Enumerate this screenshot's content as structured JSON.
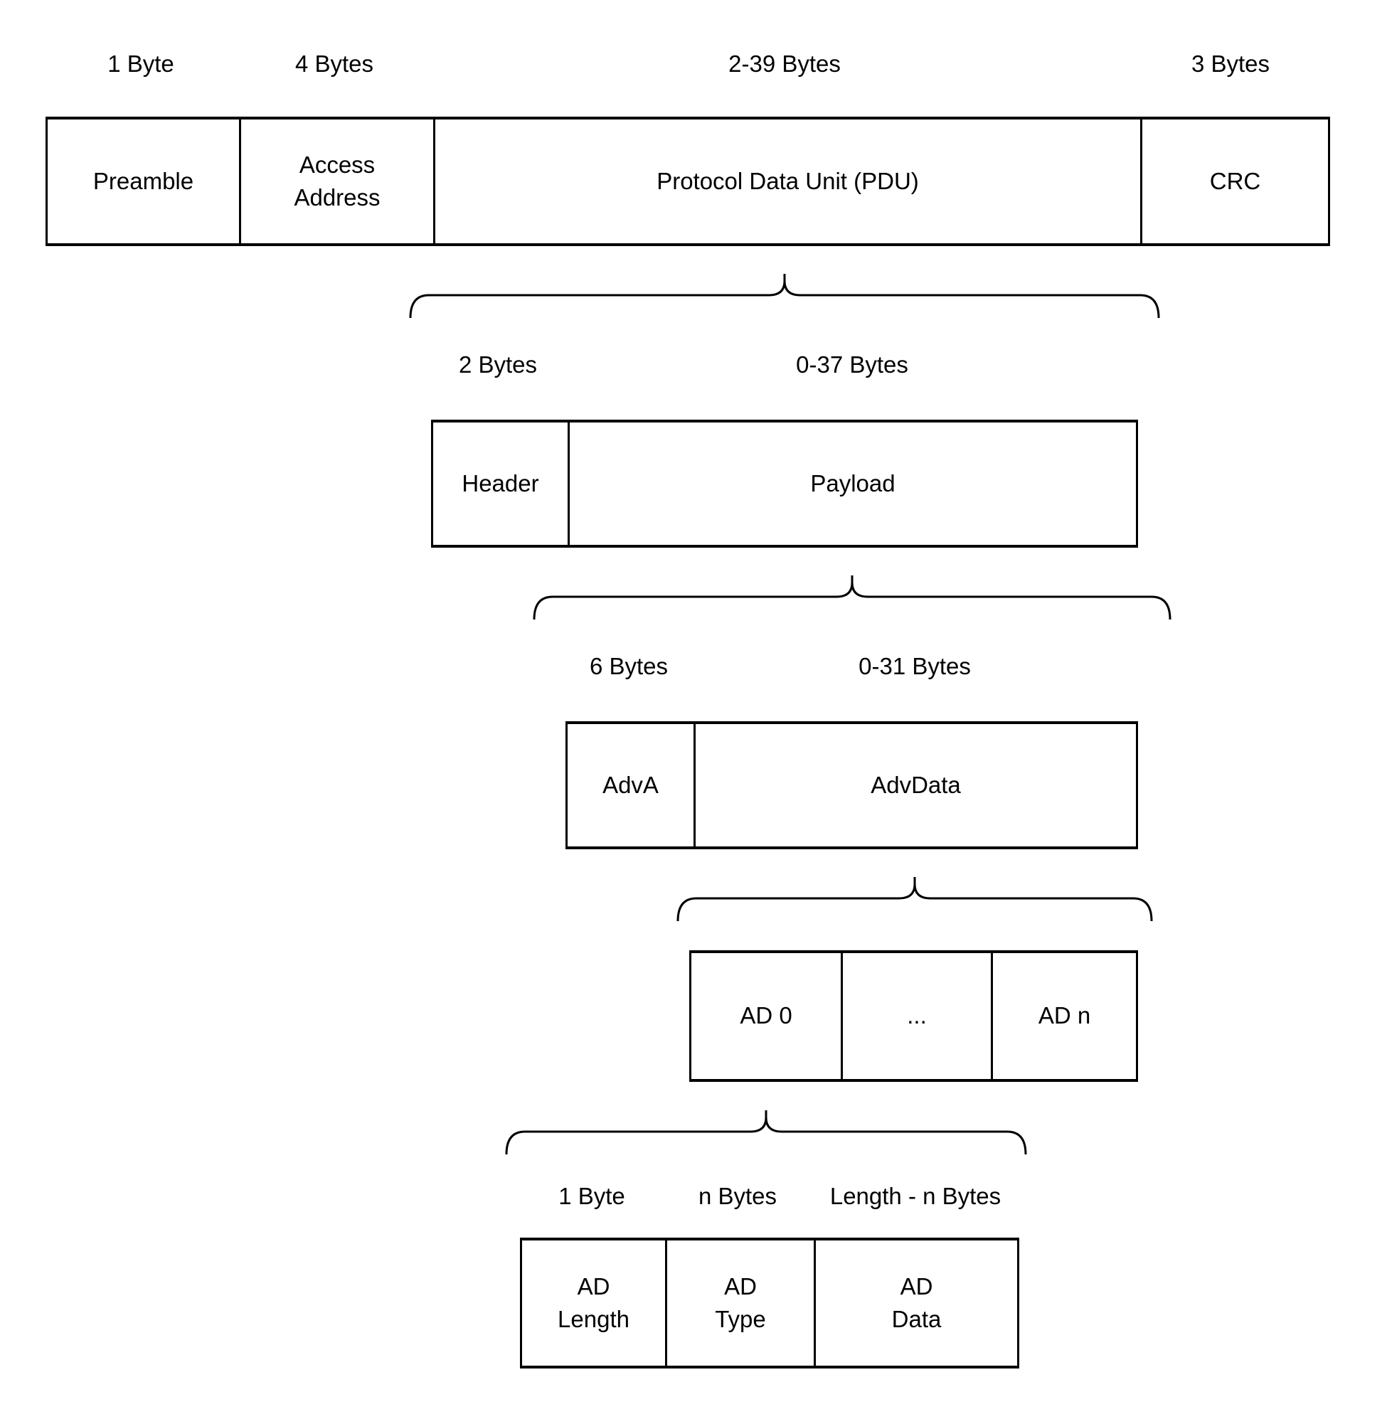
{
  "packet_diagram": {
    "level1": {
      "size_labels": {
        "preamble": "1 Byte",
        "access_address": "4 Bytes",
        "pdu": "2-39 Bytes",
        "crc": "3 Bytes"
      },
      "cells": {
        "preamble": "Preamble",
        "access_address": "Access Address",
        "pdu": "Protocol Data Unit (PDU)",
        "crc": "CRC"
      }
    },
    "level2": {
      "size_labels": {
        "header": "2 Bytes",
        "payload": "0-37 Bytes"
      },
      "cells": {
        "header": "Header",
        "payload": "Payload"
      }
    },
    "level3": {
      "size_labels": {
        "adva": "6 Bytes",
        "advdata": "0-31 Bytes"
      },
      "cells": {
        "adva": "AdvA",
        "advdata": "AdvData"
      }
    },
    "level4": {
      "cells": {
        "ad0": "AD 0",
        "ellipsis": "...",
        "adn": "AD n"
      }
    },
    "level5": {
      "size_labels": {
        "ad_length": "1 Byte",
        "ad_type": "n Bytes",
        "ad_data": "Length - n Bytes"
      },
      "cells": {
        "ad_length": "AD Length",
        "ad_type": "AD Type",
        "ad_data": "AD Data"
      }
    },
    "colors": {
      "stroke": "#000000",
      "background": "#ffffff"
    }
  }
}
